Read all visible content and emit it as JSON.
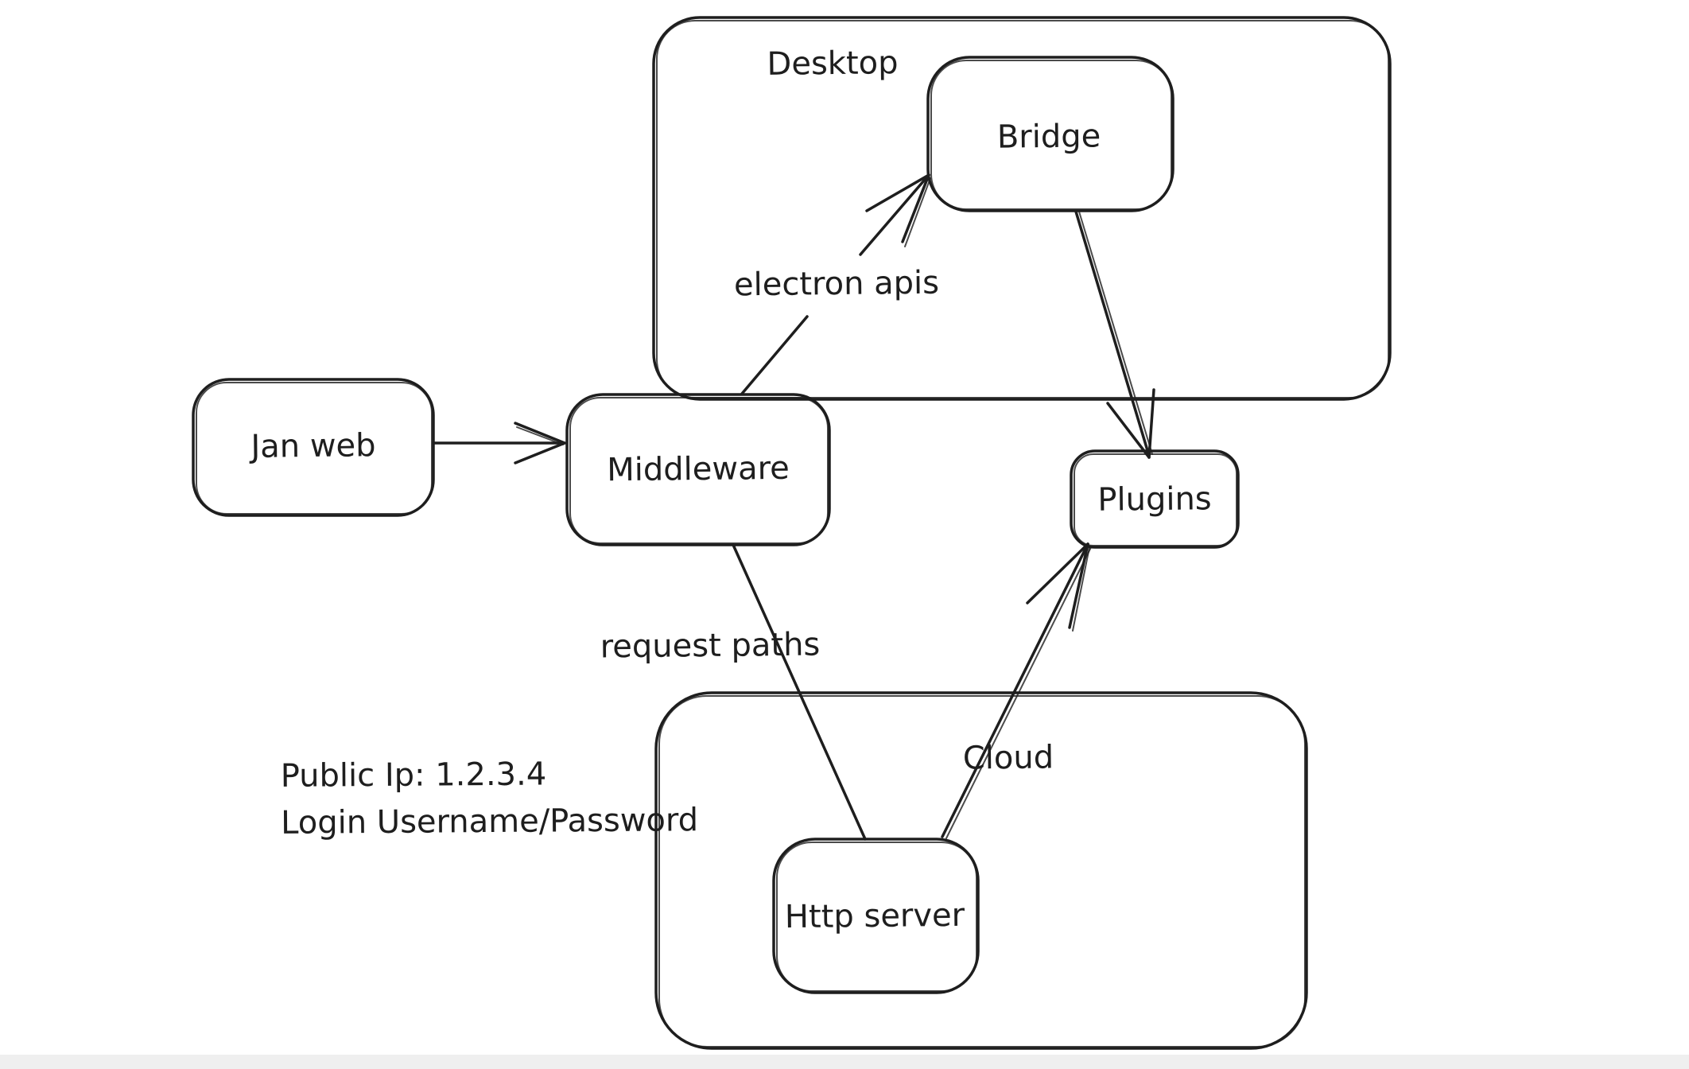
{
  "canvas": {
    "background_color": "#ffffff",
    "stroke_color": "#1e1e1e",
    "bottom_strip_color": "#efefef"
  },
  "diagram": {
    "containers": [
      {
        "id": "desktop",
        "label": "Desktop"
      },
      {
        "id": "cloud",
        "label": "Cloud"
      }
    ],
    "nodes": [
      {
        "id": "jan-web",
        "label": "Jan web"
      },
      {
        "id": "middleware",
        "label": "Middleware"
      },
      {
        "id": "bridge",
        "label": "Bridge"
      },
      {
        "id": "plugins",
        "label": "Plugins"
      },
      {
        "id": "http-server",
        "label": "Http server"
      }
    ],
    "edges": [
      {
        "from": "jan-web",
        "to": "middleware",
        "label": ""
      },
      {
        "from": "middleware",
        "to": "bridge",
        "label": "electron apis"
      },
      {
        "from": "middleware",
        "to": "http-server",
        "label": "request paths"
      },
      {
        "from": "http-server",
        "to": "plugins",
        "label": ""
      },
      {
        "from": "bridge",
        "to": "plugins",
        "label": ""
      }
    ],
    "annotation": {
      "line1": "Public Ip: 1.2.3.4",
      "line2": "Login Username/Password"
    }
  }
}
